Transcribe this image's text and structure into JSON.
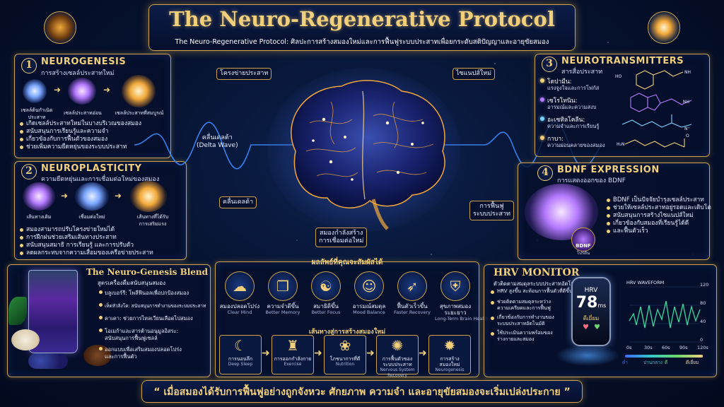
{
  "header": {
    "title": "The Neuro-Regenerative Protocol",
    "subtitle": "The Neuro-Regenerative Protocol: ศิลปะการสร้างสมองใหม่และการฟื้นฟูระบบประสาทเพื่อยกระดับสติปัญญาและอายุขัยสมอง"
  },
  "neurogenesis": {
    "num": "1",
    "title": "NEUROGENESIS",
    "subtitle": "การสร้างเซลล์ประสาทใหม่",
    "stages": [
      "เซลล์ต้นกำเนิด\nประสาท",
      "เซลล์ประสาทอ่อน",
      "เซลล์ประสาทที่สมบูรณ์"
    ],
    "bullets": [
      "เกิดเซลล์ประสาทใหม่ในบางบริเวณของสมอง",
      "สนับสนุนการเรียนรู้และความจำ",
      "เกี่ยวข้องกับการฟื้นตัวของสมอง",
      "ช่วยเพิ่มความยืดหยุ่นของระบบประสาท"
    ]
  },
  "neuroplasticity": {
    "num": "2",
    "title": "NEUROPLASTICITY",
    "subtitle": "ความยืดหยุ่นและการเชื่อมต่อใหม่ของสมอง",
    "stages": [
      "เส้นทางเดิม",
      "เชื่อมต่อใหม่",
      "เส้นทางที่ได้รับ\nการเสริมแรง"
    ],
    "bullets": [
      "สมองสามารถปรับโครงข่ายใหม่ได้",
      "การฝึกฝนช่วยเสริมเส้นทางประสาท",
      "สนับสนุนสมาธิ การเรียนรู้ และการปรับตัว",
      "ลดผลกระทบจากความเสื่อมของเครือข่ายประสาท"
    ]
  },
  "neurotransmitters": {
    "num": "3",
    "title": "NEUROTRANSMITTERS",
    "subtitle": "สารสื่อประสาท",
    "items": [
      {
        "name": "โดปามีน:",
        "desc": "แรงจูงใจและการโฟกัส",
        "color": "#f2cf7a"
      },
      {
        "name": "เซโรโทนิน:",
        "desc": "อารมณ์และความสงบ",
        "color": "#b57aff"
      },
      {
        "name": "อะเซทิลโคลีน:",
        "desc": "ความจำและการเรียนรู้",
        "color": "#7ad0ff"
      },
      {
        "name": "กาบา:",
        "desc": "ความผ่อนคลายของสมอง",
        "color": "#f2cf7a"
      }
    ]
  },
  "bdnf": {
    "num": "4",
    "title": "BDNF EXPRESSION",
    "subtitle": "การแสดงออกของ BDNF",
    "bdnf_label": "BDNF",
    "bdnf_sub": "โปรตีน",
    "bullets": [
      "BDNF เป็นปัจจัยบำรุงเซลล์ประสาท",
      "ช่วยให้เซลล์ประสาทอยู่รอดและเติบโต",
      "สนับสนุนการสร้างไซแนปส์ใหม่",
      "เกี่ยวข้องกับสมองที่เรียนรู้ได้ดี",
      "และฟื้นตัวเร็ว"
    ]
  },
  "brain": {
    "label_network": "โครงข่ายประสาท",
    "label_synapse": "ไซแนปส์ใหม่",
    "label_delta": "คลื่นเดลต้า",
    "label_delta_en": "(Delta Wave)",
    "label_delta2": "คลื่นเดลต้า",
    "label_connect": "สมองกำลังสร้าง\nการเชื่อมต่อใหม่",
    "label_restore": "การฟื้นฟู\nระบบประสาท"
  },
  "blend": {
    "title": "The Neuro-Genesis Blend",
    "subtitle": "สูตรเครื่องดื่มสนับสนุนสมอง",
    "items": [
      "บลูเบอร์รี: โพลีฟีนอลเพื่อปกป้องสมอง",
      "เห็ดหัวลิงโต: สนับสนุนการทำงานของระบบประสาท",
      "คาเคา: ช่วยการไหลเวียนเลือดไปสมอง",
      "โอเมก้าและสารต้านอนุมูลอิสระ:",
      "สนับสนุนการฟื้นฟูเซลล์",
      "ออกแบบเพื่อเสริมสมองปลอดโปร่ง",
      "และการฟื้นตัว"
    ]
  },
  "benefits": {
    "title": "ผลลัพธ์ที่คุณจะสัมผัสได้",
    "items": [
      {
        "icon": "☁",
        "th": "สมองปลอดโปร่ง",
        "en": "Clear Mind"
      },
      {
        "icon": "❐",
        "th": "ความจำดีขึ้น",
        "en": "Better Memory"
      },
      {
        "icon": "☯",
        "th": "สมาธิดีขึ้น",
        "en": "Better Focus"
      },
      {
        "icon": "☺",
        "th": "อารมณ์สมดุล",
        "en": "Mood Balance"
      },
      {
        "icon": "➶",
        "th": "ฟื้นตัวเร็วขึ้น",
        "en": "Faster Recovery"
      },
      {
        "icon": "⛨",
        "th": "สุขภาพสมอง\nระยะยาว",
        "en": "Long-Term Brain Health"
      }
    ]
  },
  "pathway": {
    "title": "เส้นทางสู่การสร้างสมองใหม่",
    "steps": [
      {
        "icon": "☾",
        "th": "การนอนลึก",
        "en": "Deep Sleep"
      },
      {
        "icon": "♜",
        "th": "การออกกำลังกาย",
        "en": "Exercise"
      },
      {
        "icon": "❀",
        "th": "โภชนาการที่ดี",
        "en": "Nutrition"
      },
      {
        "icon": "✺",
        "th": "การฟื้นตัวของ\nระบบประสาท",
        "en": "Nervous System Recovery"
      },
      {
        "icon": "✹",
        "th": "การสร้าง\nสมองใหม่",
        "en": "Neurogenesis"
      }
    ]
  },
  "hrv": {
    "title": "HRV MONITOR",
    "subtitle": "ตัวติดตามสมดุลระบบประสาทอัตโนมัติ",
    "bullets": [
      "HRV สูงขึ้น สะท้อนการฟื้นตัวที่ดีขึ้น",
      "ช่วยติดตามสมดุลระหว่าง\nความเครียดและการฟื้นฟู",
      "เกี่ยวข้องกับการทำงานของ\nระบบประสาทอัตโนมัติ",
      "ใช้ประเมินความพร้อมของ\nร่างกายและสมอง"
    ],
    "device_label": "HRV",
    "device_value": "78",
    "device_unit": "ms",
    "device_status": "ดีเยี่ยม",
    "chart_title": "HRV WAVEFORM",
    "y_ticks": [
      "120",
      "80",
      "40",
      "0"
    ],
    "x_ticks": [
      "0s",
      "30s",
      "60s",
      "90s",
      "120s"
    ],
    "legend": [
      "ต่ำ",
      "ปานกลาง",
      "ดี",
      "ดีเยี่ยม"
    ],
    "legend_colors": [
      "#3a6cff",
      "#36c7c7",
      "#6bd96b",
      "#f2cf7a"
    ]
  },
  "footer": {
    "quote": "“ เมื่อสมองได้รับการฟื้นฟูอย่างถูกจังหวะ ศักยภาพ ความจำ และอายุขัยสมองจะเริ่มเปล่งประกาย ”"
  }
}
